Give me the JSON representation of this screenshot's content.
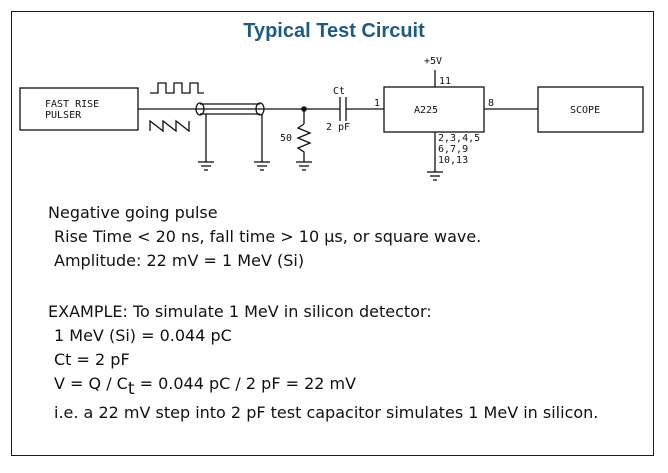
{
  "title": "Typical Test Circuit",
  "circuit": {
    "pulser_line1": "FAST RISE",
    "pulser_line2": "PULSER",
    "cap_label": "Ct",
    "cap_value": "2 pF",
    "resistor": "50",
    "supply": "+5V",
    "pin_supply": "11",
    "pin_in": "1",
    "pin_out": "8",
    "ic": "A225",
    "gnd_pins_1": "2,3,4,5",
    "gnd_pins_2": "6,7,9",
    "gnd_pins_3": "10,13",
    "scope": "SCOPE"
  },
  "notes": {
    "heading": "Negative going pulse",
    "rise": "Rise Time < 20 ns, fall time > 10 µs, or square wave.",
    "amplitude": "Amplitude: 22 mV = 1 MeV (Si)",
    "example": "EXAMPLE: To simulate 1 MeV in silicon detector:",
    "charge": "1 MeV (Si) = 0.044 pC",
    "ct": "Ct = 2 pF",
    "v_prefix": "V = Q / C",
    "v_sub": "t",
    "v_suffix": " = 0.044 pC / 2 pF = 22 mV",
    "conclusion": "i.e. a 22 mV step into 2 pF test capacitor simulates 1 MeV in silicon."
  }
}
